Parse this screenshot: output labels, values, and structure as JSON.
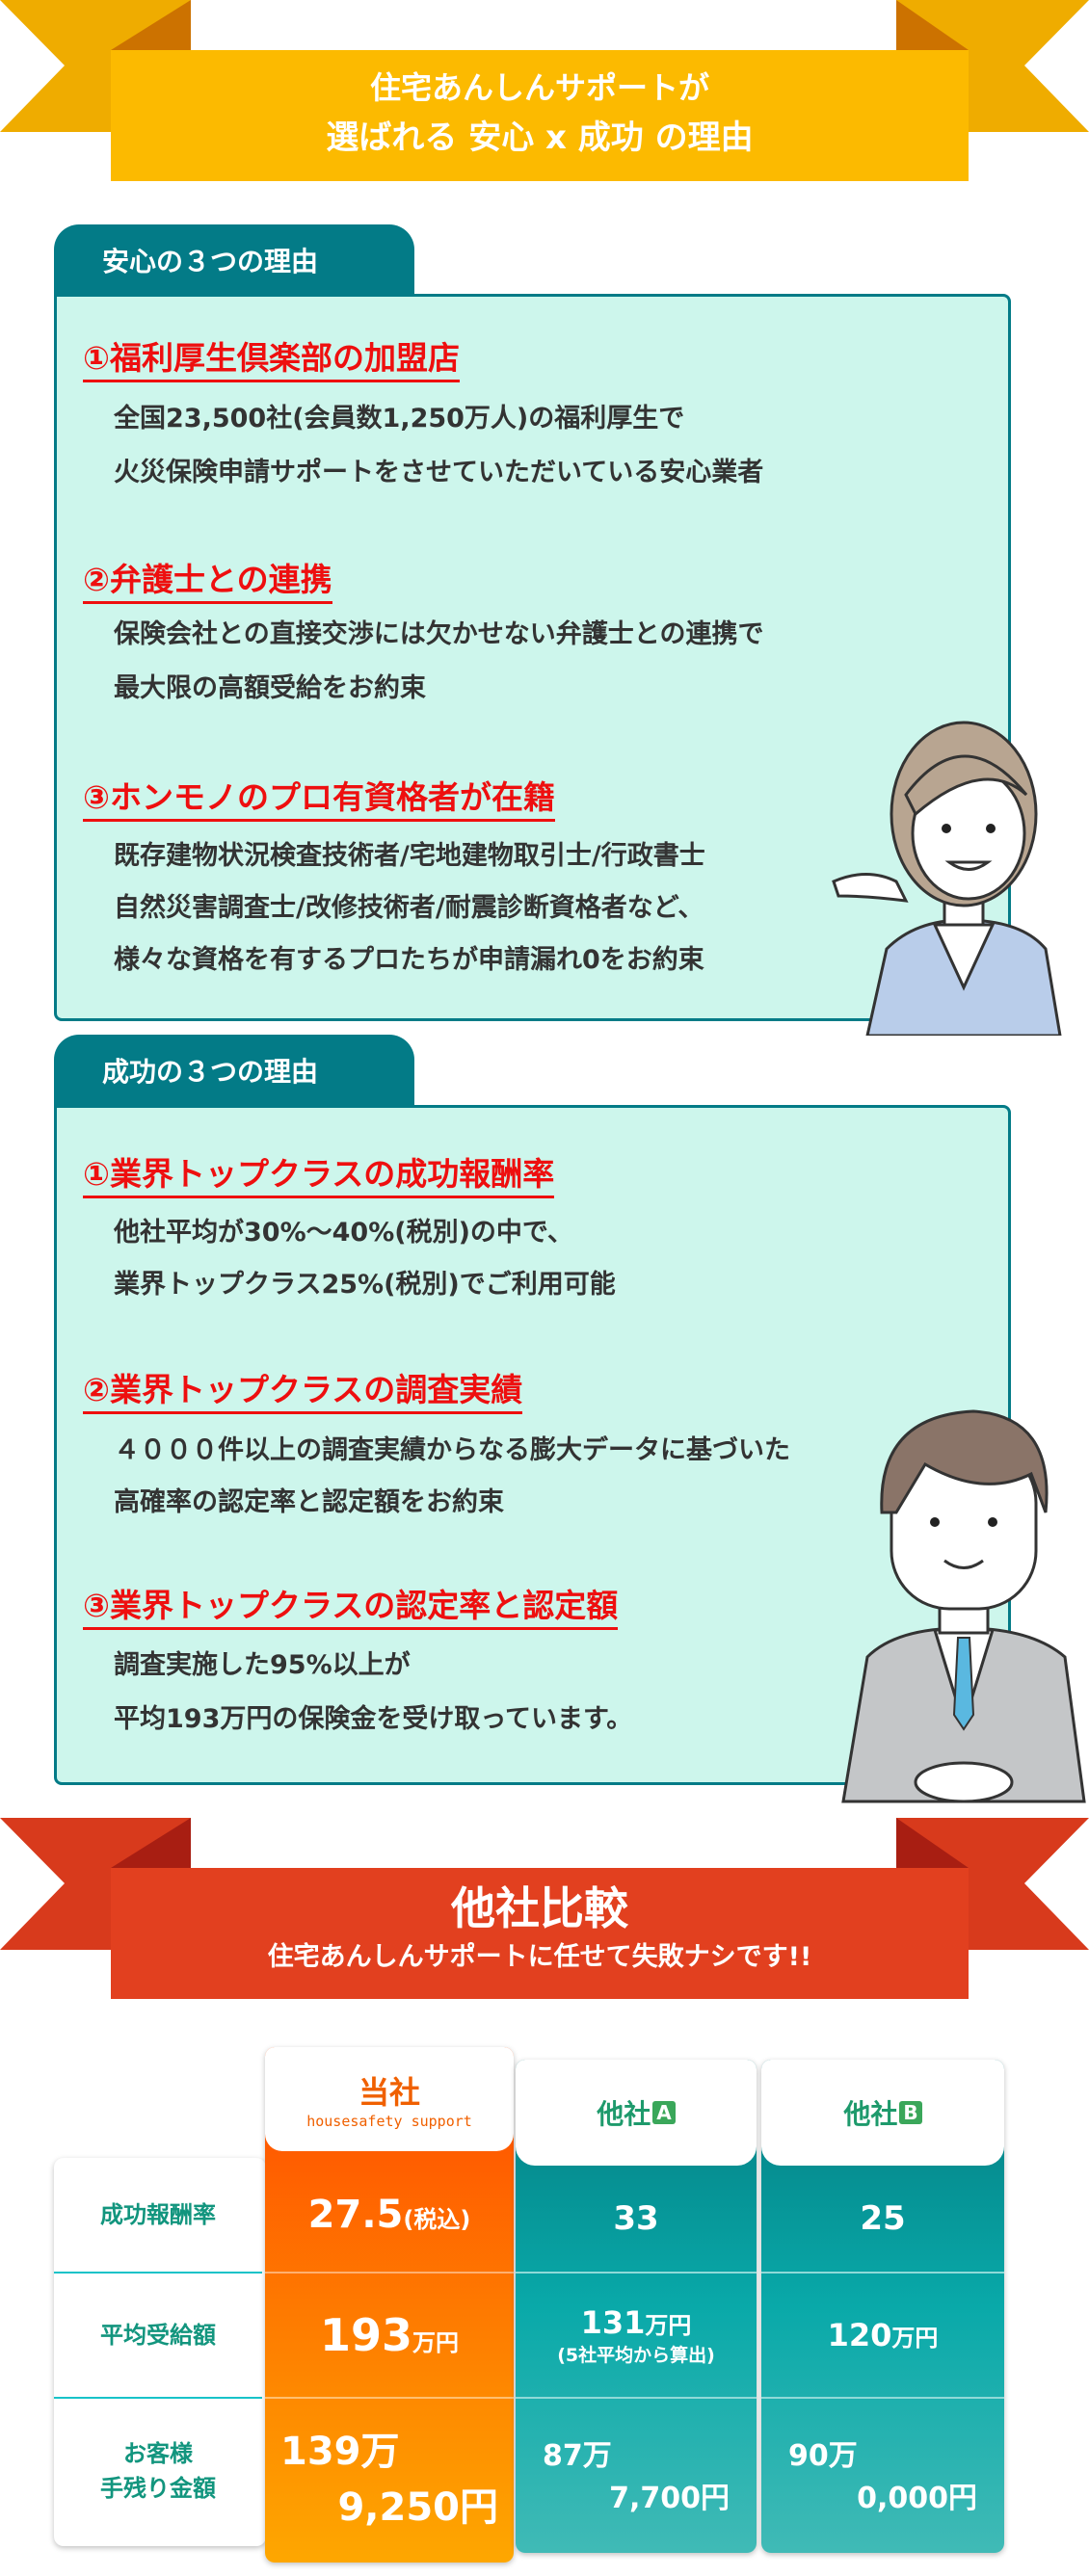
{
  "top_banner": {
    "line1": "住宅あんしんサポートが",
    "line2": "選ばれる 安心 x 成功 の理由",
    "color": "#fcba00"
  },
  "anshin": {
    "tab_label": "安心の３つの理由",
    "items": [
      {
        "heading": "①福利厚生倶楽部の加盟店",
        "lines": [
          "全国23,500社(会員数1,250万人)の福利厚生で",
          "火災保険申請サポートをさせていただいている安心業者"
        ]
      },
      {
        "heading": "②弁護士との連携",
        "lines": [
          "保険会社との直接交渉には欠かせない弁護士との連携で",
          "最大限の高額受給をお約束"
        ]
      },
      {
        "heading": "③ホンモノのプロ有資格者が在籍",
        "lines": [
          "既存建物状況検査技術者/宅地建物取引士/行政書士",
          "自然災害調査士/改修技術者/耐震診断資格者など、",
          "様々な資格を有するプロたちが申請漏れ0をお約束"
        ]
      }
    ]
  },
  "seikou": {
    "tab_label": "成功の３つの理由",
    "items": [
      {
        "heading": "①業界トップクラスの成功報酬率",
        "lines": [
          "他社平均が30%〜40%(税別)の中で、",
          "業界トップクラス25%(税別)でご利用可能"
        ]
      },
      {
        "heading": "②業界トップクラスの調査実績",
        "lines": [
          "４０００件以上の調査実績からなる膨大データに基づいた",
          "高確率の認定率と認定額をお約束"
        ]
      },
      {
        "heading": "③業界トップクラスの認定率と認定額",
        "lines": [
          "調査実施した95%以上が",
          "平均193万円の保険金を受け取っています。"
        ]
      }
    ]
  },
  "compare_banner": {
    "title": "他社比較",
    "subtitle": "住宅あんしんサポートに任せて失敗ナシです!!",
    "color": "#e2401f"
  },
  "table": {
    "row_labels": [
      "成功報酬率",
      "平均受給額",
      "お客様",
      "手残り金額"
    ],
    "ours": {
      "name": "当社",
      "sub": "housesafety support",
      "rate": "27.5",
      "rate_note": "(税込)",
      "avg": "193",
      "avg_unit": "万円",
      "remain1": "139万",
      "remain2": "9,250円"
    },
    "a": {
      "name": "他社",
      "badge": "A",
      "rate": "33",
      "avg": "131",
      "avg_unit": "万円",
      "avg_note": "(5社平均から算出)",
      "remain1": "87万",
      "remain2": "7,700円"
    },
    "b": {
      "name": "他社",
      "badge": "B",
      "rate": "25",
      "avg": "120",
      "avg_unit": "万円",
      "remain1": "90万",
      "remain2": "0,000円"
    }
  }
}
